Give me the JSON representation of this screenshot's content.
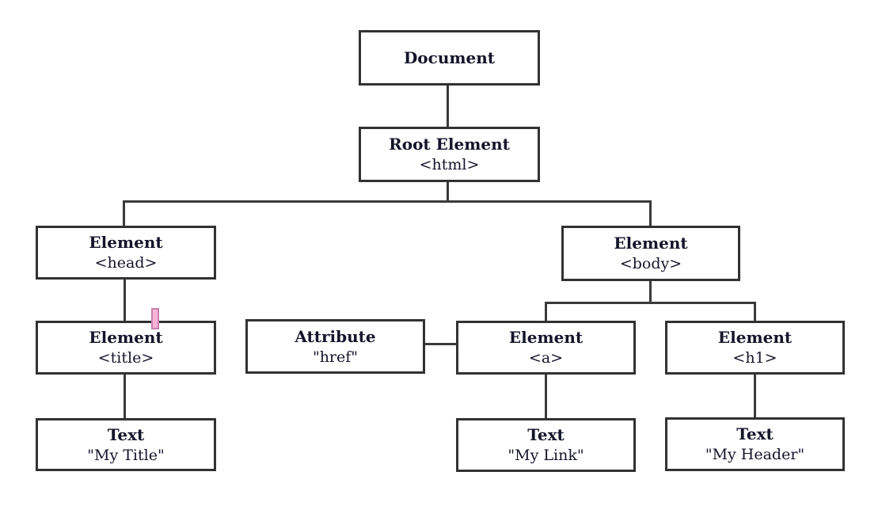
{
  "diagram_type": "dom-tree",
  "colors": {
    "background": "#ffffff",
    "box_border": "#323232",
    "connector": "#3a3a3a",
    "text": "#14142a",
    "cursor_fill": "#f6b4d9",
    "cursor_border": "#c77fad"
  },
  "nodes": {
    "document": {
      "label": "Document"
    },
    "root": {
      "label": "Root Element",
      "sublabel": "<html>"
    },
    "head": {
      "label": "Element",
      "sublabel": "<head>"
    },
    "body": {
      "label": "Element",
      "sublabel": "<body>"
    },
    "title": {
      "label": "Element",
      "sublabel": "<title>"
    },
    "attribute": {
      "label": "Attribute",
      "sublabel": "\"href\""
    },
    "anchor": {
      "label": "Element",
      "sublabel": "<a>"
    },
    "h1": {
      "label": "Element",
      "sublabel": "<h1>"
    },
    "text_title": {
      "label": "Text",
      "sublabel": "\"My Title\""
    },
    "text_link": {
      "label": "Text",
      "sublabel": "\"My Link\""
    },
    "text_header": {
      "label": "Text",
      "sublabel": "\"My Header\""
    }
  }
}
